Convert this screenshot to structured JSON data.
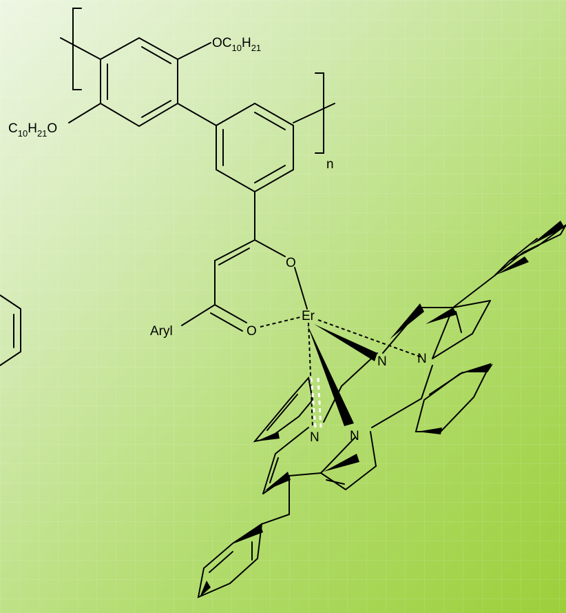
{
  "labels": {
    "oc10_top": {
      "main": "OC",
      "sub1": "10",
      "mid": "H",
      "sub2": "21"
    },
    "c10_left": {
      "main": "C",
      "sub1": "10",
      "mid": "H",
      "sub2": "21",
      "end": "O"
    },
    "n_repeat": "n",
    "o_upper": "O",
    "o_lower": "O",
    "aryl": "Aryl",
    "er": "Er",
    "n1": "N",
    "n2": "N",
    "n3": "N",
    "n4": "N"
  }
}
